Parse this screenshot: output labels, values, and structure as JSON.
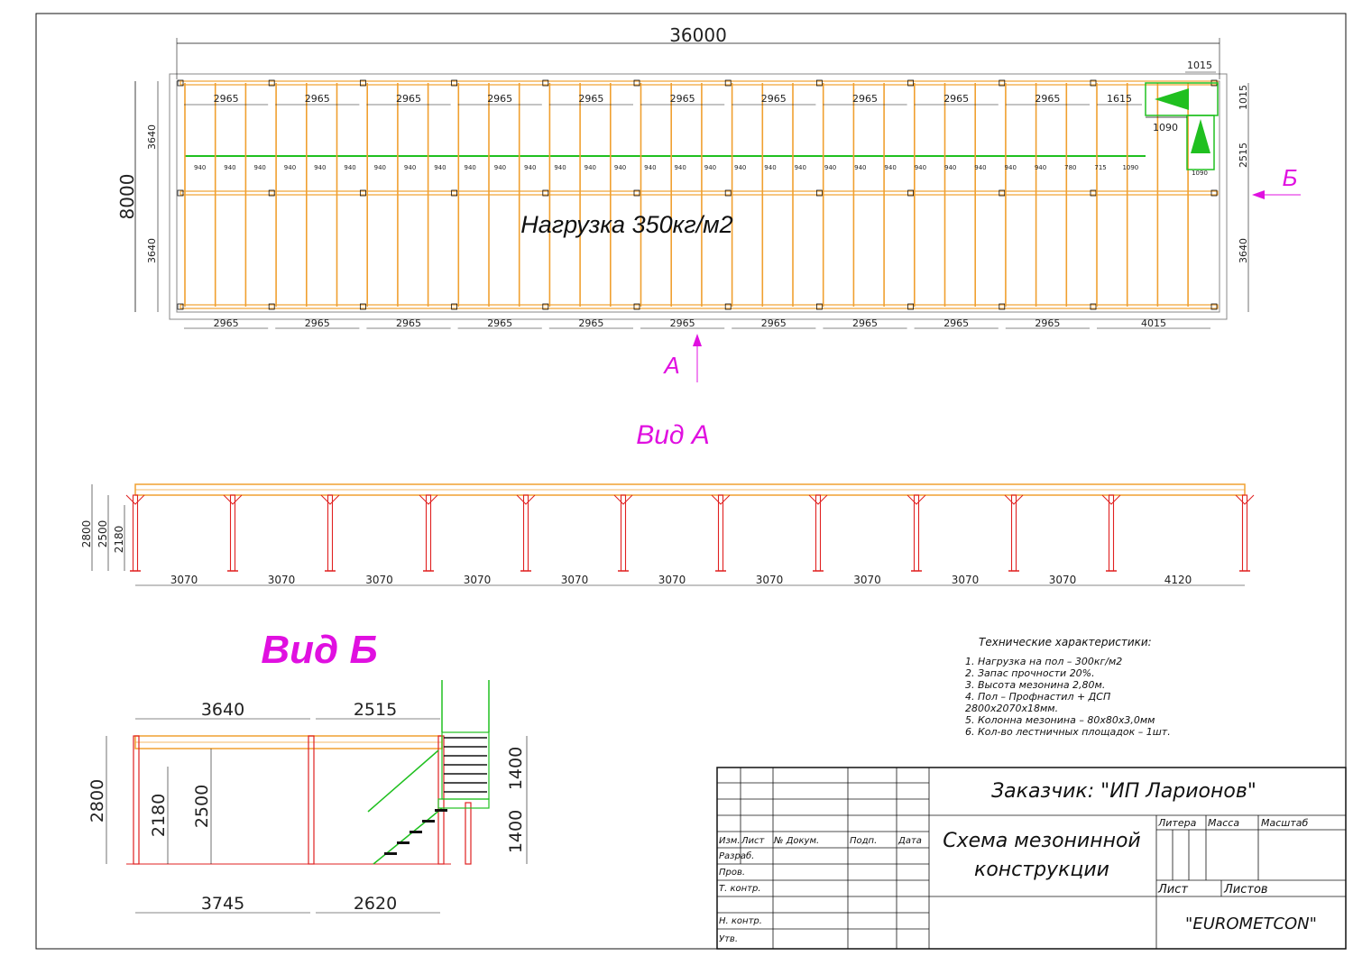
{
  "plan": {
    "overall_length": "36000",
    "overall_width": "8000",
    "left_side_dims": [
      "3640",
      "3640"
    ],
    "right_side_dims": [
      "1015",
      "2515",
      "3640"
    ],
    "top_bays": [
      "2965",
      "2965",
      "2965",
      "2965",
      "2965",
      "2965",
      "2965",
      "2965",
      "2965",
      "2965",
      "1615"
    ],
    "bottom_bays": [
      "2965",
      "2965",
      "2965",
      "2965",
      "2965",
      "2965",
      "2965",
      "2965",
      "2965",
      "2965",
      "4015"
    ],
    "joist_spacing": [
      "940",
      "940",
      "940",
      "940",
      "940",
      "940",
      "940",
      "940",
      "940",
      "940",
      "940",
      "940",
      "940",
      "940",
      "940",
      "940",
      "940",
      "940",
      "940",
      "940",
      "940",
      "940",
      "940",
      "940",
      "940",
      "940",
      "940",
      "940",
      "940",
      "780",
      "715",
      "1090"
    ],
    "stair_dims": {
      "top": "1015",
      "mid": "1090",
      "low": "1090"
    },
    "load_label": "Нагрузка 350кг/м2",
    "view_a_marker": "А",
    "view_b_marker": "Б"
  },
  "view_a": {
    "title": "Вид А",
    "heights": [
      "2800",
      "2500",
      "2180"
    ],
    "bays": [
      "3070",
      "3070",
      "3070",
      "3070",
      "3070",
      "3070",
      "3070",
      "3070",
      "3070",
      "3070",
      "4120"
    ]
  },
  "view_b": {
    "title": "Вид Б",
    "top_dims": [
      "3640",
      "2515"
    ],
    "bottom_dims": [
      "3745",
      "2620"
    ],
    "heights": [
      "2800",
      "2180",
      "2500"
    ],
    "stair_heights": [
      "1400",
      "1400"
    ]
  },
  "specs": {
    "title": "Технические характеристики:",
    "lines": [
      "1.  Нагрузка на пол – 300кг/м2",
      "2.  Запас прочности 20%.",
      "3.  Высота мезонина 2,80м.",
      "4.  Пол – Профнастил + ДСП",
      "      2800х2070х18мм.",
      "5.  Колонна мезонина – 80х80х3,0мм",
      "6.  Кол-во лестничных площадок – 1шт."
    ]
  },
  "title_block": {
    "customer": "Заказчик: \"ИП Ларионов\"",
    "title_line1": "Схема мезонинной",
    "title_line2": "конструкции",
    "col_izm": "Изм.",
    "col_list": "Лист",
    "col_docnum": "№ Докум.",
    "col_sign": "Подп.",
    "col_date": "Дата",
    "row_razrab": "Разраб.",
    "row_prov": "Пров.",
    "row_tkontr": "Т. контр.",
    "row_nkontr": "Н. контр.",
    "row_utv": "Утв.",
    "litera": "Литера",
    "massa": "Масса",
    "masshtab": "Масштаб",
    "sheet": "Лист",
    "sheets": "Листов",
    "company": "\"EUROMETCON\""
  },
  "colors": {
    "beam": "#f0a030",
    "column": "#e02020",
    "stair": "#20c020",
    "accent": "#e010e0"
  }
}
